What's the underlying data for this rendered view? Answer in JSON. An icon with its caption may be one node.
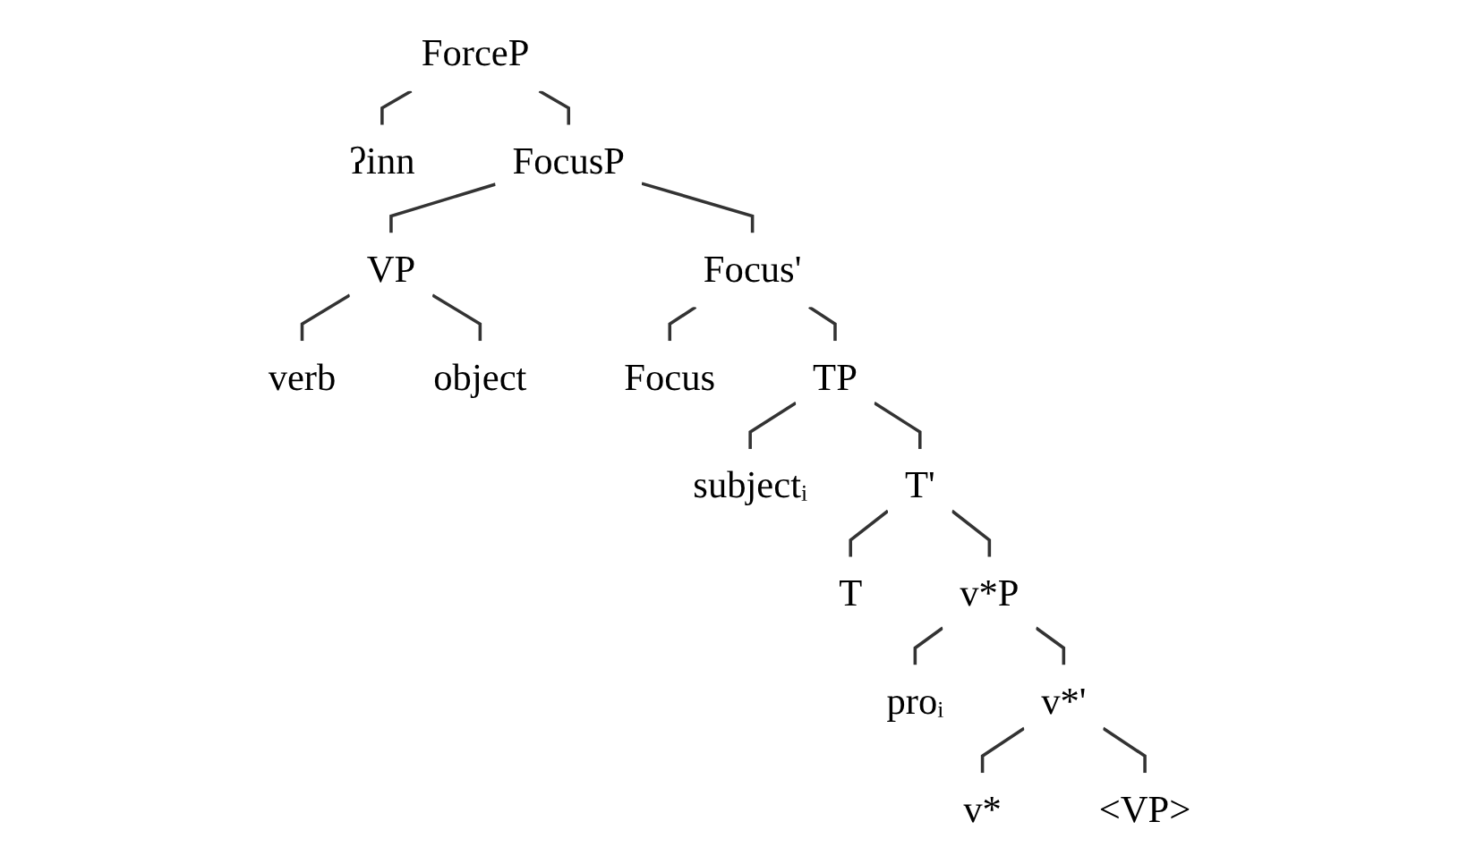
{
  "diagram": {
    "nodes": [
      {
        "text": [
          "ForceP"
        ]
      },
      {
        "text": [
          "ʔinn"
        ]
      },
      {
        "text": [
          "FocusP"
        ]
      },
      {
        "text": [
          "VP"
        ]
      },
      {
        "text": [
          "Focus'"
        ]
      },
      {
        "text": [
          "verb"
        ]
      },
      {
        "text": [
          "object"
        ]
      },
      {
        "text": [
          "Focus"
        ]
      },
      {
        "text": [
          "TP"
        ]
      },
      {
        "text": [
          "subjectᵢ"
        ]
      },
      {
        "text": [
          "T'"
        ]
      },
      {
        "text": [
          "T"
        ]
      },
      {
        "text": [
          "v*P"
        ]
      },
      {
        "text": [
          "proᵢ"
        ]
      },
      {
        "text": [
          "v*'"
        ]
      },
      {
        "text": [
          "v*"
        ]
      },
      {
        "text": [
          "<VP>"
        ]
      }
    ],
    "edges": [
      {
        "from": 0,
        "to": 1,
        "arrow": "none"
      },
      {
        "from": 0,
        "to": 2,
        "arrow": "none"
      },
      {
        "from": 2,
        "to": 3,
        "arrow": "none"
      },
      {
        "from": 2,
        "to": 4,
        "arrow": "none"
      },
      {
        "from": 3,
        "to": 5,
        "arrow": "none"
      },
      {
        "from": 3,
        "to": 6,
        "arrow": "none"
      },
      {
        "from": 4,
        "to": 7,
        "arrow": "none"
      },
      {
        "from": 4,
        "to": 8,
        "arrow": "none"
      },
      {
        "from": 8,
        "to": 9,
        "arrow": "none"
      },
      {
        "from": 8,
        "to": 10,
        "arrow": "none"
      },
      {
        "from": 10,
        "to": 11,
        "arrow": "none"
      },
      {
        "from": 10,
        "to": 12,
        "arrow": "none"
      },
      {
        "from": 12,
        "to": 13,
        "arrow": "none"
      },
      {
        "from": 12,
        "to": 14,
        "arrow": "none"
      },
      {
        "from": 14,
        "to": 15,
        "arrow": "none"
      },
      {
        "from": 14,
        "to": 16,
        "arrow": "none"
      }
    ]
  }
}
